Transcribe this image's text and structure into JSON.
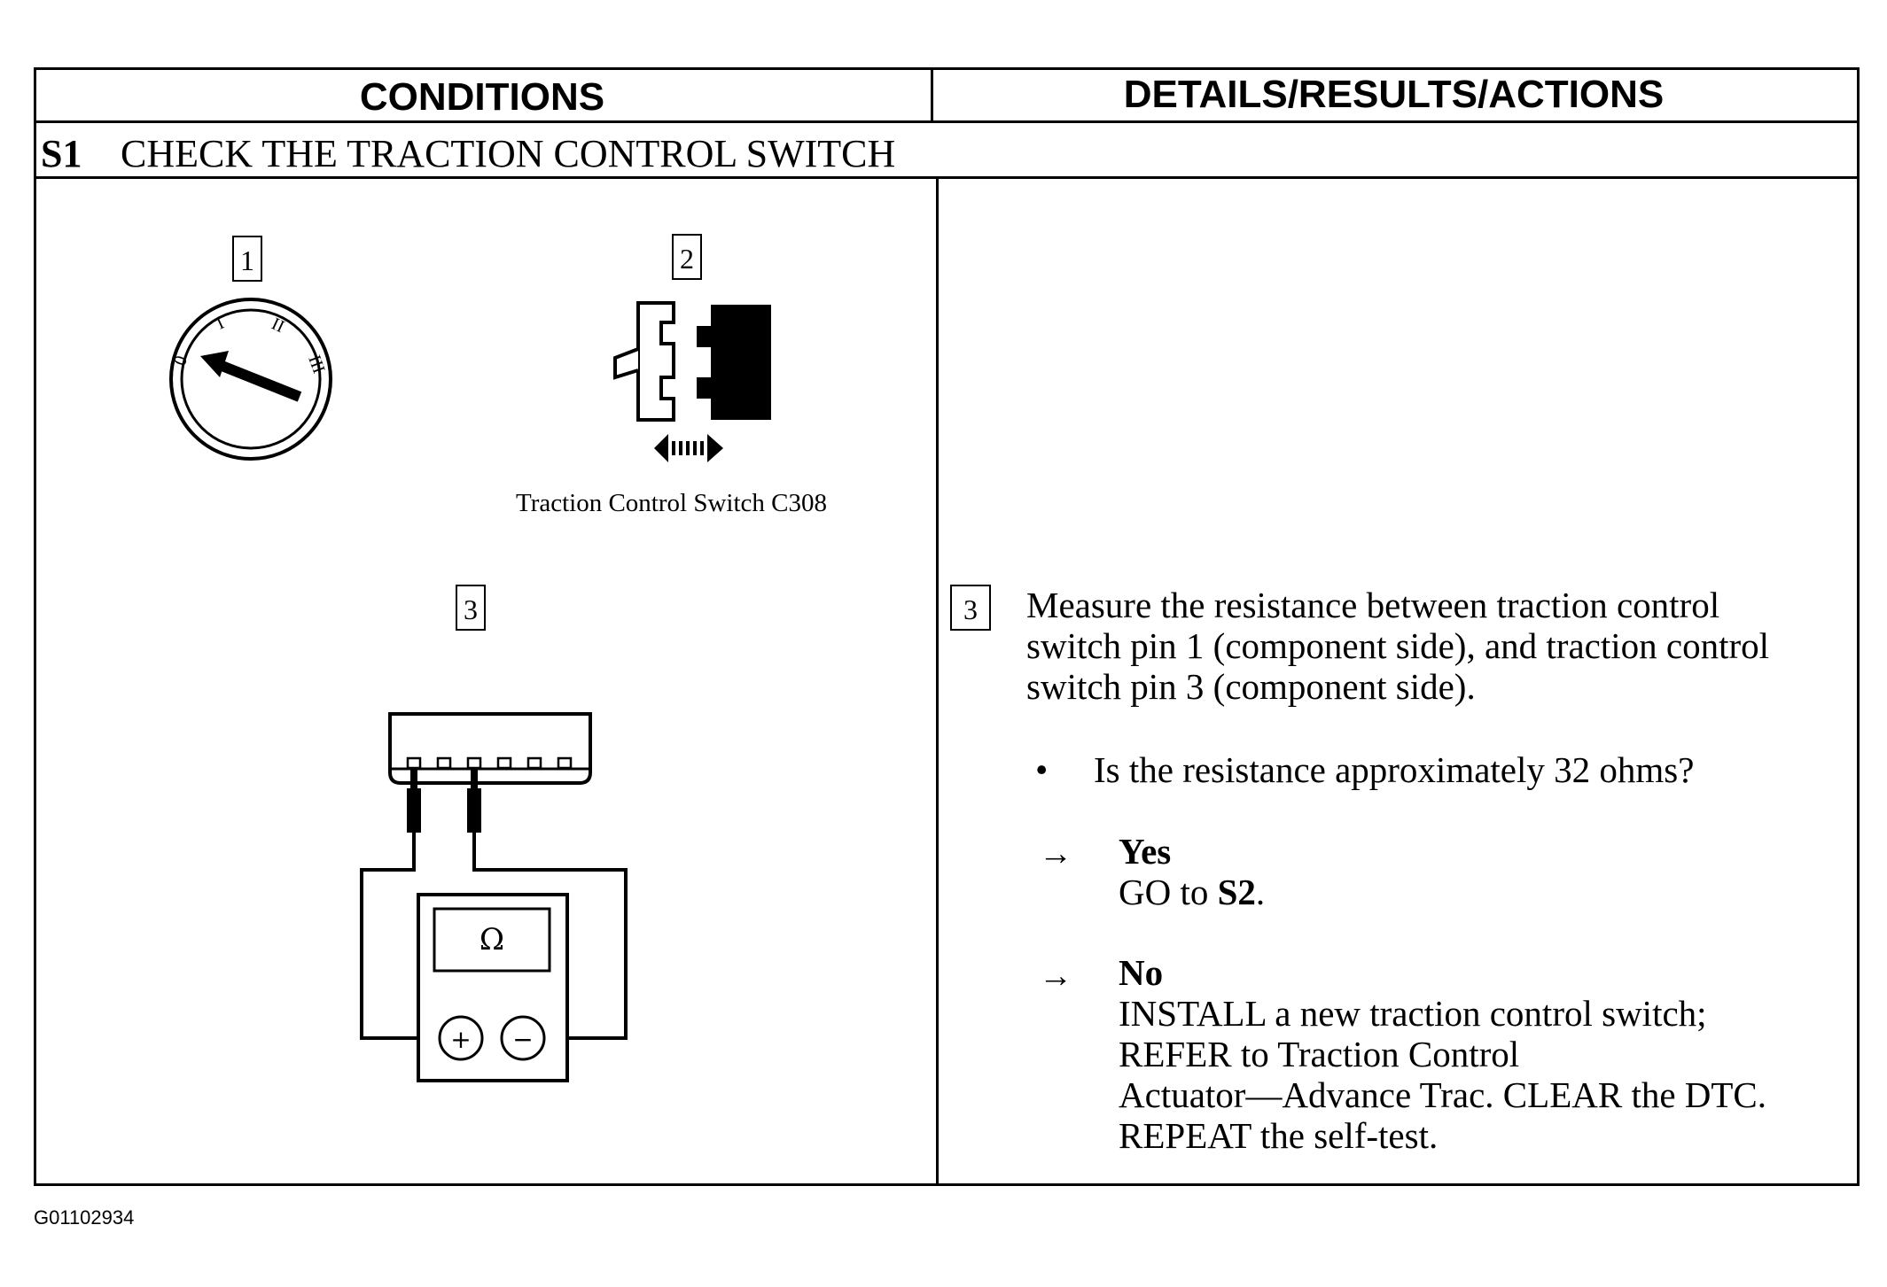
{
  "header": {
    "conditions": "CONDITIONS",
    "details": "DETAILS/RESULTS/ACTIONS"
  },
  "step": {
    "id": "S1",
    "title": "CHECK THE TRACTION CONTROL SWITCH"
  },
  "figures": {
    "fig1_num": "1",
    "fig2_num": "2",
    "fig3_num": "3",
    "fig2_caption": "Traction Control Switch C308",
    "ignition_positions": [
      "0",
      "I",
      "II",
      "III"
    ],
    "meter_symbol": "Ω",
    "meter_plus": "+",
    "meter_minus": "−"
  },
  "details": {
    "step_num": "3",
    "measure_line1": "Measure the resistance between traction control",
    "measure_line2": "switch pin 1 (component side), and traction control",
    "measure_line3": "switch pin 3 (component side).",
    "bullet_mark": "•",
    "question": "Is the resistance approximately 32 ohms?",
    "arrow": "→",
    "yes_label": "Yes",
    "yes_action_prefix": "GO to ",
    "yes_action_target": "S2",
    "yes_action_suffix": ".",
    "no_label": "No",
    "no_line1": "INSTALL a new traction control switch;",
    "no_line2": "REFER to Traction Control",
    "no_line3": "Actuator—Advance Trac. CLEAR the DTC.",
    "no_line4": "REPEAT the self-test."
  },
  "footer": {
    "code": "G01102934"
  }
}
